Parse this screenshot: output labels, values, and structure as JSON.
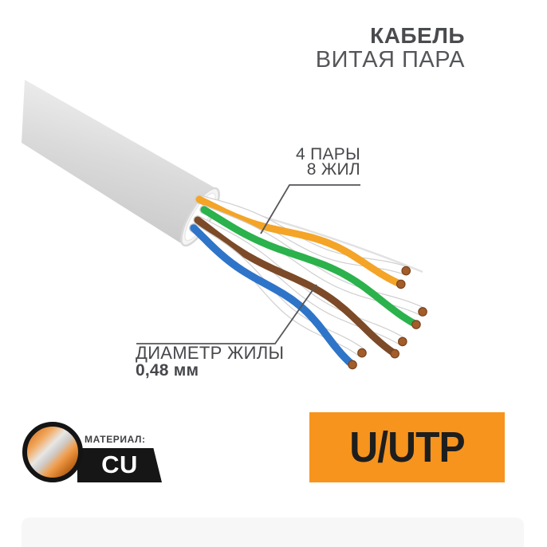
{
  "header": {
    "title": "КАБЕЛЬ",
    "subtitle": "ВИТАЯ ПАРА"
  },
  "annotations": {
    "pairs": {
      "line1": "4 ПАРЫ",
      "line2": "8 ЖИЛ"
    },
    "diameter": {
      "label": "ДИАМЕТР ЖИЛЫ",
      "value": "0,48 мм"
    }
  },
  "badges": {
    "material": {
      "label": "МАТЕРИАЛ:",
      "value": "CU",
      "bg": "#161616"
    },
    "type": {
      "label": "U/UTP",
      "bg": "#F7941D",
      "text_color": "#1E1E1E"
    }
  },
  "cable": {
    "jacket_color": "#D6D6D6",
    "pairs": [
      {
        "name": "orange",
        "color": "#F4A427"
      },
      {
        "name": "green",
        "color": "#2BB24C"
      },
      {
        "name": "brown",
        "color": "#7C4A28"
      },
      {
        "name": "blue",
        "color": "#2E75C9"
      }
    ],
    "wire_white": "#FFFFFF",
    "wire_white_edge": "#CFCFCF",
    "copper_tip": "#A35D2A",
    "leader_line_color": "#55565A"
  }
}
